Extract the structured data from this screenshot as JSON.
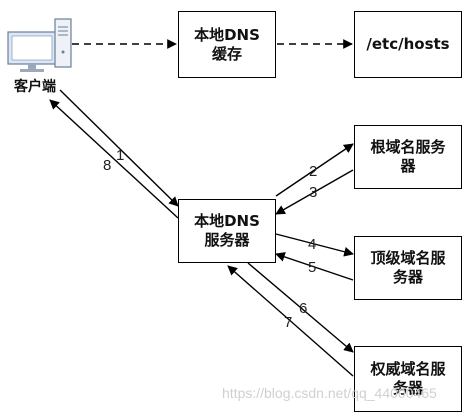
{
  "client": {
    "label": "客户端",
    "icon": "computer-icon"
  },
  "nodes": {
    "local_cache": {
      "text": "本地DNS\n缓存"
    },
    "hosts": {
      "text": "/etc/hosts"
    },
    "local_dns": {
      "text": "本地DNS\n服务器"
    },
    "root": {
      "text": "根域名服务\n器"
    },
    "tld": {
      "text": "顶级域名服\n务器"
    },
    "auth": {
      "text": "权威域名服\n务器"
    }
  },
  "steps": [
    "1",
    "8",
    "2",
    "3",
    "4",
    "5",
    "6",
    "7"
  ],
  "watermark": "https://blog.csdn.net/qq_44000465",
  "colors": {
    "line": "#000000",
    "watermark": "#d0d0d0"
  }
}
